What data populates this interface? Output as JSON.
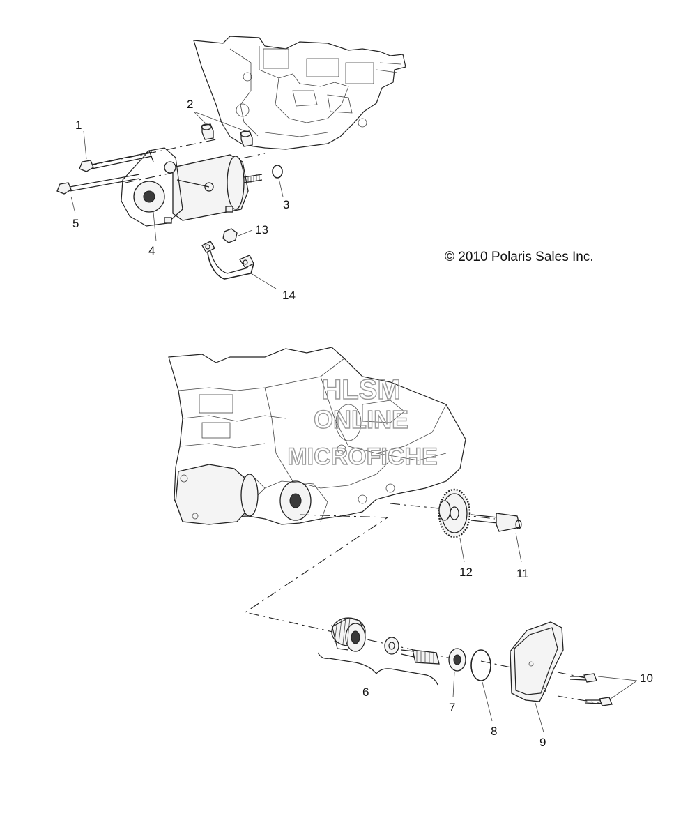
{
  "copyright": "© 2010 Polaris Sales Inc.",
  "watermark": {
    "line1": "HLSM",
    "line2": "ONLINE",
    "line3": "MICROFICHE"
  },
  "callouts": [
    "1",
    "2",
    "3",
    "4",
    "5",
    "6",
    "7",
    "8",
    "9",
    "10",
    "11",
    "12",
    "13",
    "14"
  ]
}
